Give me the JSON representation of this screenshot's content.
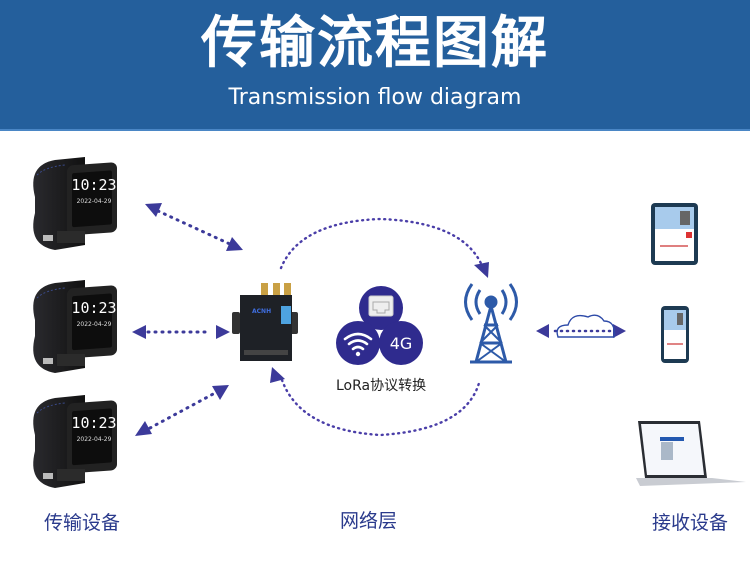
{
  "header": {
    "title": "传输流程图解",
    "subtitle": "Transmission flow diagram",
    "background_color": "#245f9c"
  },
  "accent_color": "#3c3a9a",
  "sections": {
    "transmission_devices": "传输设备",
    "network_layer": "网络层",
    "receiving_devices": "接收设备"
  },
  "watch": {
    "time": "10:23",
    "date": "2022-04-29",
    "count": 3
  },
  "gateway": {
    "brand": "ACNH",
    "protocol_label": "LoRa协议转换",
    "interfaces": [
      "ethernet-port-icon",
      "wifi-icon",
      "4G"
    ]
  },
  "network": {
    "tower_icon": "cell-tower-icon",
    "cloud_icon": "cloud-icon"
  },
  "receivers": [
    "tablet",
    "phone",
    "laptop"
  ]
}
